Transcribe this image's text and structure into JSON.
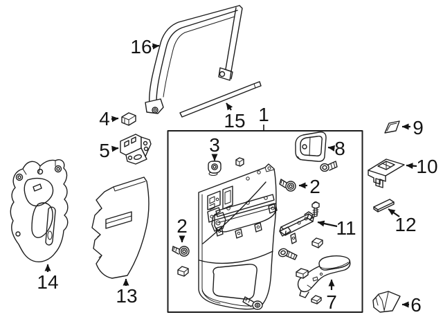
{
  "figure": {
    "kind": "exploded-parts-diagram",
    "subject": "rear-door-interior-trim-components",
    "background_color": "#ffffff",
    "line_color": "#1c1c1c",
    "label_color": "#141414"
  },
  "callouts": [
    {
      "label": "1",
      "part": "door-trim-panel-assembly"
    },
    {
      "label": "2",
      "part": "trim-panel-screw-left"
    },
    {
      "label": "2",
      "part": "trim-panel-screw-right"
    },
    {
      "label": "3",
      "part": "retaining-nut"
    },
    {
      "label": "4",
      "part": "small-clip"
    },
    {
      "label": "5",
      "part": "mounting-bracket"
    },
    {
      "label": "6",
      "part": "corner-trim-cover"
    },
    {
      "label": "7",
      "part": "armrest"
    },
    {
      "label": "8",
      "part": "handle-bezel"
    },
    {
      "label": "9",
      "part": "retainer-clip"
    },
    {
      "label": "10",
      "part": "window-switch-bezel"
    },
    {
      "label": "11",
      "part": "switch-mount-bracket"
    },
    {
      "label": "12",
      "part": "trim-strip-clip"
    },
    {
      "label": "13",
      "part": "door-insulator-pad"
    },
    {
      "label": "14",
      "part": "water-deflector-panel"
    },
    {
      "label": "15",
      "part": "belt-molding-strip"
    },
    {
      "label": "16",
      "part": "window-frame-weatherstrip"
    }
  ]
}
